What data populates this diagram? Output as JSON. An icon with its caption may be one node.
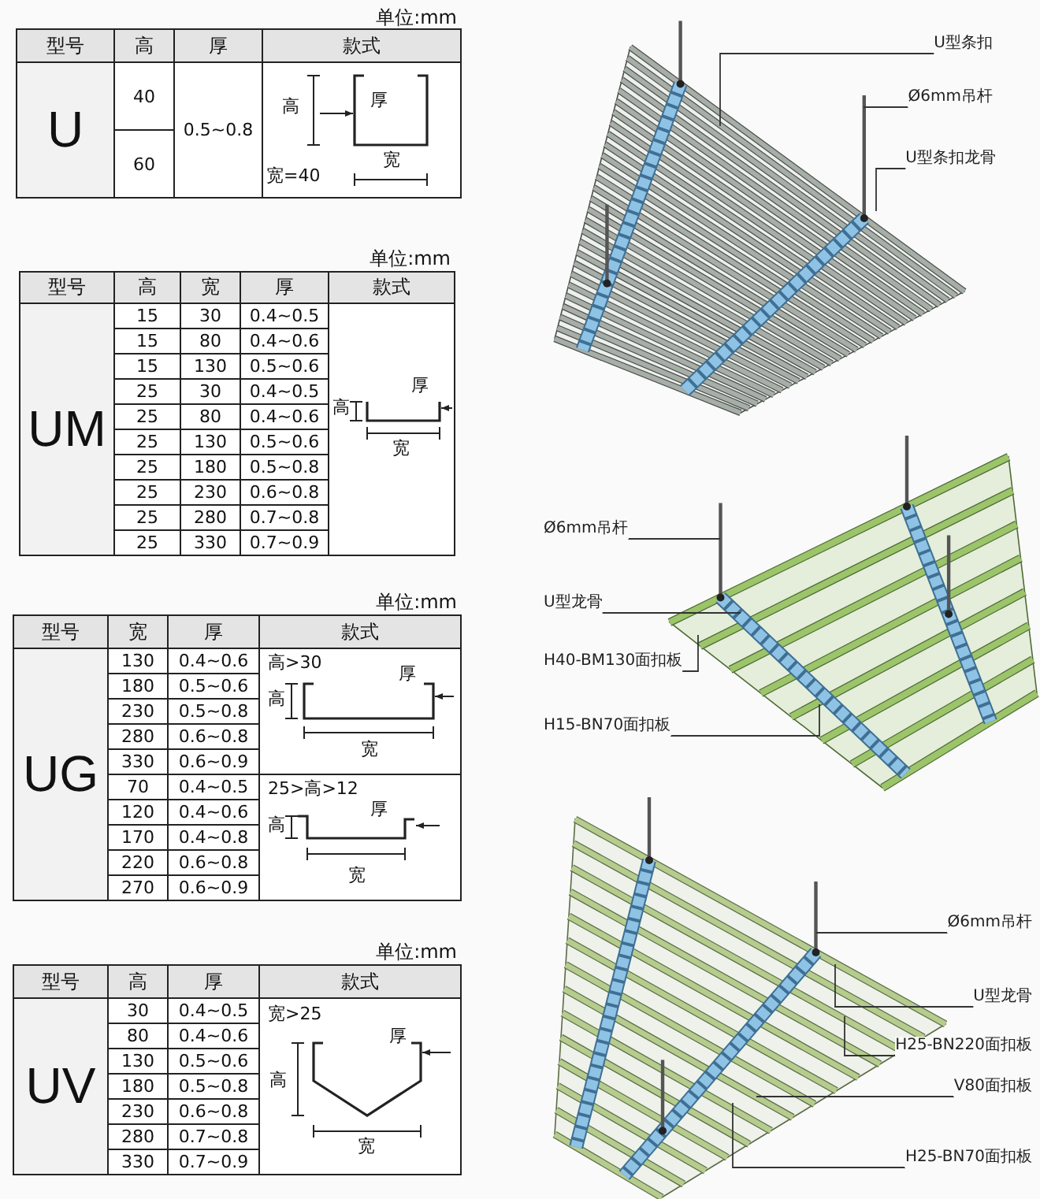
{
  "diagram": {
    "nodes": [
      {
        "text": [
          "U型条扣"
        ]
      },
      {
        "text": [
          "Ø6mm吊杆"
        ]
      },
      {
        "text": [
          "U型条扣龙骨"
        ]
      },
      {
        "text": [
          "Ø6mm吊杆"
        ]
      },
      {
        "text": [
          "U型龙骨"
        ]
      },
      {
        "text": [
          "H40-BM130面扣板"
        ]
      },
      {
        "text": [
          "H15-BN70面扣板"
        ]
      },
      {
        "text": [
          "Ø6mm吊杆"
        ]
      },
      {
        "text": [
          "U型龙骨"
        ]
      },
      {
        "text": [
          "H25-BN220面扣板"
        ]
      },
      {
        "text": [
          "V80面扣板"
        ]
      },
      {
        "text": [
          "H25-BN70面扣板"
        ]
      }
    ],
    "edges": [
      {
        "from": 0,
        "to": null,
        "arrow": "none"
      },
      {
        "from": 1,
        "to": null,
        "arrow": "none"
      },
      {
        "from": 2,
        "to": null,
        "arrow": "none"
      },
      {
        "from": 3,
        "to": null,
        "arrow": "none"
      },
      {
        "from": 4,
        "to": null,
        "arrow": "none"
      },
      {
        "from": 5,
        "to": null,
        "arrow": "none"
      },
      {
        "from": 6,
        "to": null,
        "arrow": "none"
      },
      {
        "from": 7,
        "to": null,
        "arrow": "none"
      },
      {
        "from": 8,
        "to": null,
        "arrow": "none"
      },
      {
        "from": 9,
        "to": null,
        "arrow": "none"
      },
      {
        "from": 10,
        "to": null,
        "arrow": "none"
      },
      {
        "from": 11,
        "to": null,
        "arrow": "none"
      }
    ],
    "labels": [
      "单位:mm",
      "型号",
      "高",
      "厚",
      "款式",
      "U",
      "40",
      "0.5~0.8",
      "60",
      "高",
      "厚",
      "宽=40",
      "宽",
      "单位:mm",
      "型号",
      "高",
      "宽",
      "厚",
      "款式",
      "UM",
      "15",
      "30",
      "0.4~0.5",
      "15",
      "80",
      "0.4~0.6",
      "15",
      "130",
      "0.5~0.6",
      "25",
      "30",
      "0.4~0.5",
      "25",
      "80",
      "0.4~0.6",
      "25",
      "130",
      "0.5~0.6",
      "25",
      "180",
      "0.5~0.8",
      "25",
      "230",
      "0.6~0.8",
      "25",
      "280",
      "0.7~0.8",
      "25",
      "330",
      "0.7~0.9",
      "高",
      "厚",
      "宽",
      "单位:mm",
      "型号",
      "宽",
      "厚",
      "款式",
      "UG",
      "130",
      "0.4~0.6",
      "180",
      "0.5~0.6",
      "230",
      "0.5~0.8",
      "280",
      "0.6~0.8",
      "330",
      "0.6~0.9",
      "70",
      "0.4~0.5",
      "120",
      "0.4~0.6",
      "170",
      "0.4~0.8",
      "220",
      "0.6~0.8",
      "270",
      "0.6~0.9",
      "高>30",
      "高",
      "厚",
      "宽",
      "25>高>12",
      "高",
      "厚",
      "宽",
      "单位:mm",
      "型号",
      "高",
      "厚",
      "款式",
      "UV",
      "30",
      "0.4~0.5",
      "80",
      "0.4~0.6",
      "130",
      "0.5~0.6",
      "180",
      "0.5~0.8",
      "230",
      "0.6~0.8",
      "280",
      "0.7~0.8",
      "330",
      "0.7~0.9",
      "宽>25",
      "高",
      "厚",
      "宽"
    ]
  }
}
